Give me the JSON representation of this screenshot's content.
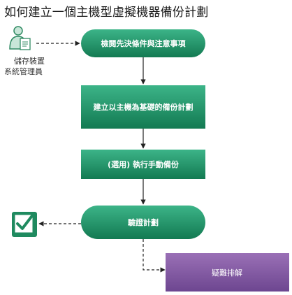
{
  "title": "如何建立一個主機型虛擬機器備份計劃",
  "actor": {
    "line1": "儲存裝置",
    "line2": "系統管理員",
    "icon": "user-with-document-icon"
  },
  "steps": [
    {
      "label": "檢閱先決條件與注意事項",
      "shape": "pill"
    },
    {
      "label": "建立以主機為基礎的備份計劃",
      "shape": "rect"
    },
    {
      "label": "(選用) 執行手動備份",
      "shape": "rect"
    },
    {
      "label": "驗證計劃",
      "shape": "pill"
    },
    {
      "label": "疑難排解",
      "shape": "rect"
    }
  ],
  "end_icon": "checkmark-box-icon",
  "colors": {
    "green_light": "#2fa57a",
    "green_dark": "#137a52",
    "purple": "#8a5fa6",
    "purple_dark": "#5d3b78"
  }
}
